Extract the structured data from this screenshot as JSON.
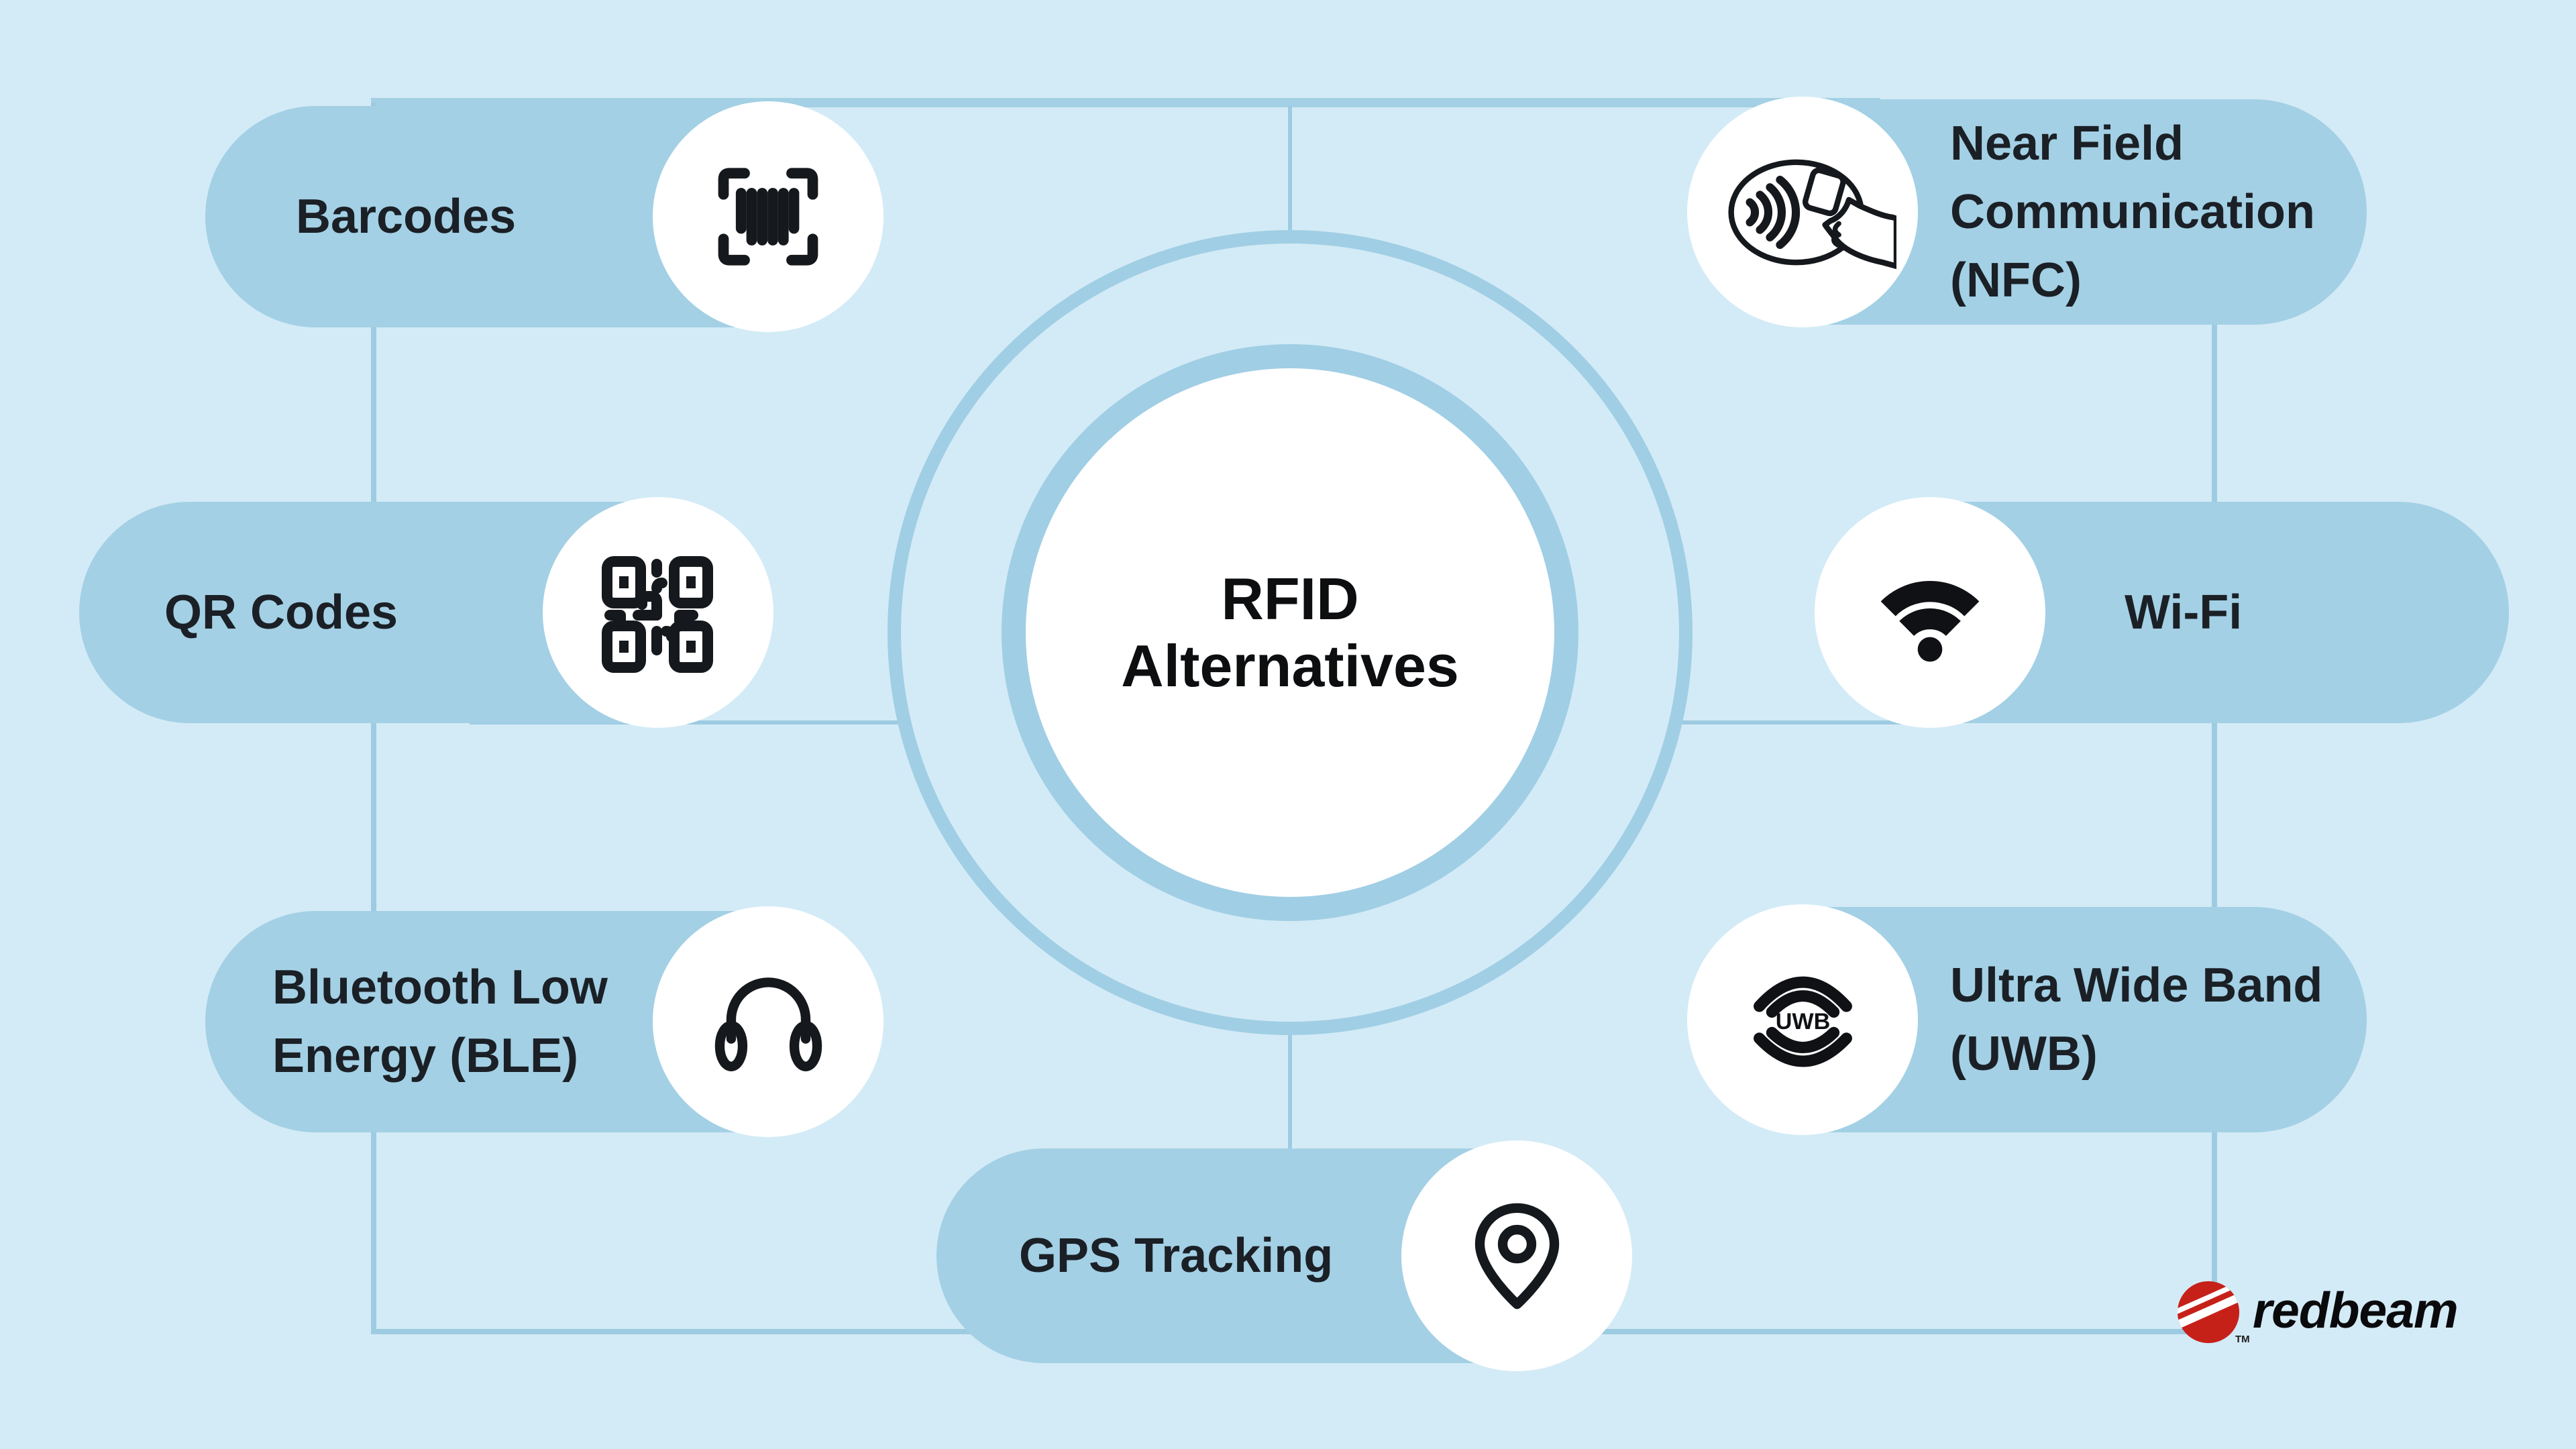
{
  "title": {
    "lines": [
      "RFID",
      "Alternatives"
    ]
  },
  "nodes": [
    {
      "id": "barcodes",
      "lines": [
        "Barcodes"
      ],
      "icon": "barcode-scan-icon"
    },
    {
      "id": "qr-codes",
      "lines": [
        "QR Codes"
      ],
      "icon": "qr-code-icon"
    },
    {
      "id": "ble",
      "lines": [
        "Bluetooth Low",
        "Energy (BLE)"
      ],
      "icon": "headphones-icon"
    },
    {
      "id": "gps",
      "lines": [
        "GPS Tracking"
      ],
      "icon": "location-pin-icon"
    },
    {
      "id": "nfc",
      "lines": [
        "Near Field",
        "Communication",
        "(NFC)"
      ],
      "icon": "contactless-payment-icon"
    },
    {
      "id": "wifi",
      "lines": [
        "Wi-Fi"
      ],
      "icon": "wifi-icon"
    },
    {
      "id": "uwb",
      "lines": [
        "Ultra Wide Band",
        "(UWB)"
      ],
      "icon": "uwb-waves-icon",
      "icon_label": "UWB"
    }
  ],
  "logo": {
    "text": "redbeam",
    "tm": "TM"
  },
  "colors": {
    "background": "#d3ebf6",
    "pill": "#a3d0e5",
    "connector": "#9dcbe2",
    "ring": "#a0cee5",
    "icon_ink": "#15181c",
    "label_text": "#1b2026",
    "title_text": "#0d0e10",
    "logo_red": "#c62119"
  }
}
